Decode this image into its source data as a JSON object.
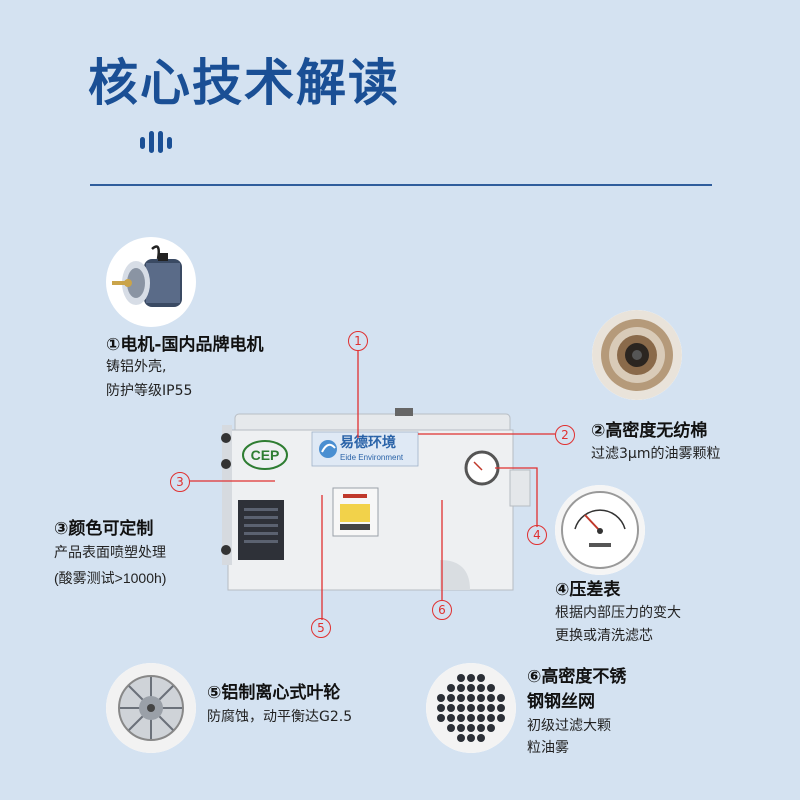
{
  "title": "核心技术解读",
  "machine": {
    "logo_cep": "CEP",
    "brand_cn": "易德环境",
    "brand_en": "Eide Environment"
  },
  "markers": [
    "1",
    "2",
    "3",
    "4",
    "5",
    "6"
  ],
  "features": [
    {
      "heading": "①电机-国内品牌电机",
      "lines": [
        "铸铝外壳,",
        "防护等级IP55"
      ],
      "icon": "motor-icon"
    },
    {
      "heading": "②高密度无纺棉",
      "lines": [
        "过滤3μm的油雾颗粒"
      ],
      "icon": "filter-cotton-icon"
    },
    {
      "heading": "③颜色可定制",
      "lines": [
        "产品表面喷塑处理",
        "(酸雾测试>1000h)"
      ],
      "icon": ""
    },
    {
      "heading": "④压差表",
      "lines": [
        "根据内部压力的变大",
        "更换或清洗滤芯"
      ],
      "icon": "pressure-gauge-icon"
    },
    {
      "heading": "⑤铝制离心式叶轮",
      "lines": [
        "防腐蚀，动平衡达G2.5"
      ],
      "icon": "impeller-icon"
    },
    {
      "heading": "⑥高密度不锈",
      "lines": [
        "钢钢丝网",
        "初级过滤大颗",
        "粒油雾"
      ],
      "icon": "steel-mesh-icon"
    }
  ],
  "colors": {
    "title": "#1a4f95",
    "background": "#d4e2f1",
    "marker": "#e03030"
  }
}
